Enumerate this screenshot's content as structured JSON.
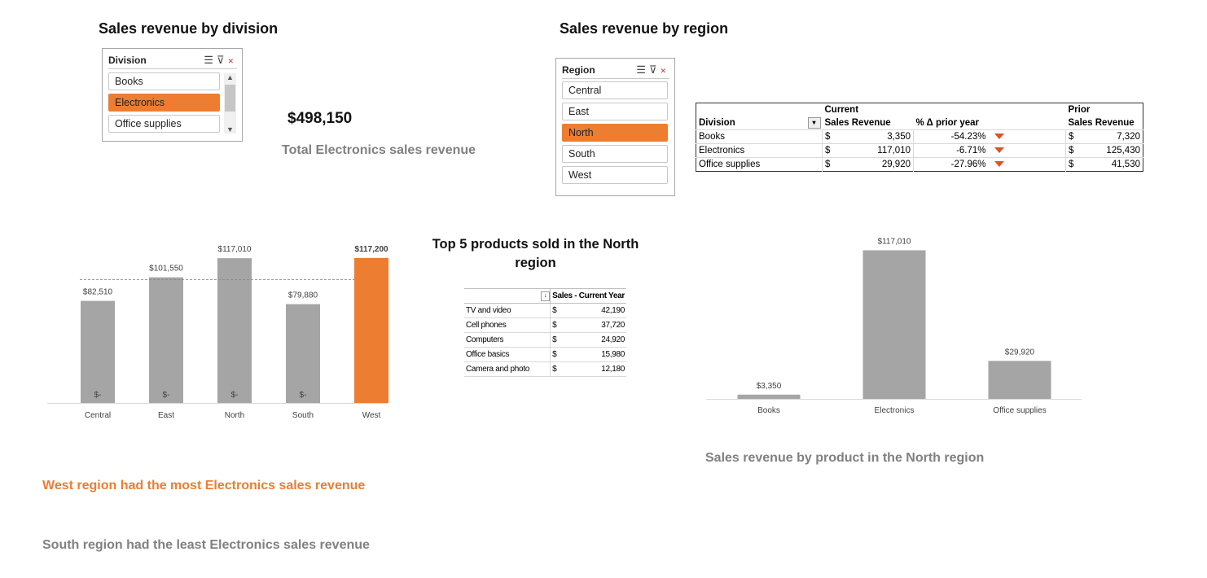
{
  "division_section": {
    "heading": "Sales revenue by division",
    "slicer_title": "Division",
    "items": [
      {
        "label": "Books",
        "selected": false
      },
      {
        "label": "Electronics",
        "selected": true
      },
      {
        "label": "Office supplies",
        "selected": false
      }
    ]
  },
  "kpi": {
    "value": "$498,150",
    "caption": "Total Electronics sales revenue"
  },
  "region_section": {
    "heading": "Sales revenue by region",
    "slicer_title": "Region",
    "items": [
      {
        "label": "Central",
        "selected": false
      },
      {
        "label": "East",
        "selected": false
      },
      {
        "label": "North",
        "selected": true
      },
      {
        "label": "South",
        "selected": false
      },
      {
        "label": "West",
        "selected": false
      }
    ]
  },
  "pivot": {
    "group_current": "Current",
    "group_prior": "Prior",
    "col_division": "Division",
    "col_sales": "Sales Revenue",
    "col_pct": "% Δ prior year",
    "col_prior_sales": "Sales Revenue",
    "currency": "$",
    "rows": [
      {
        "division": "Books",
        "current": "3,350",
        "pct": "-54.23%",
        "prior": "7,320"
      },
      {
        "division": "Electronics",
        "current": "117,010",
        "pct": "-6.71%",
        "prior": "125,430"
      },
      {
        "division": "Office supplies",
        "current": "29,920",
        "pct": "-27.96%",
        "prior": "41,530"
      }
    ]
  },
  "top5": {
    "heading": "Top 5 products sold in the North region",
    "col_sales": "Sales - Current Year",
    "currency": "$",
    "rows": [
      {
        "product": "TV and video",
        "value": "42,190"
      },
      {
        "product": "Cell phones",
        "value": "37,720"
      },
      {
        "product": "Computers",
        "value": "24,920"
      },
      {
        "product": "Office basics",
        "value": "15,980"
      },
      {
        "product": "Camera and photo",
        "value": "12,180"
      }
    ]
  },
  "callouts": {
    "most": "West region had the most Electronics sales revenue",
    "least": "South region had the least Electronics sales revenue",
    "product_chart_caption": "Sales revenue by product in the North region"
  },
  "colors": {
    "accent": "#ed7d31",
    "bar_gray": "#a5a5a5",
    "text_gray": "#808080"
  },
  "chart_data": [
    {
      "type": "bar",
      "categories": [
        "Central",
        "East",
        "North",
        "South",
        "West"
      ],
      "values": [
        82510,
        101550,
        117010,
        79880,
        117200
      ],
      "data_labels": [
        "$82,510",
        "$101,550",
        "$117,010",
        "$79,880",
        "$117,200"
      ],
      "base_labels": [
        "$-",
        "$-",
        "$-",
        "$-",
        ""
      ],
      "highlight": "West",
      "average_line": true,
      "ylim": [
        0,
        125000
      ],
      "grid": false,
      "legend": "none"
    },
    {
      "type": "bar",
      "categories": [
        "Books",
        "Electronics",
        "Office supplies"
      ],
      "values": [
        3350,
        117010,
        29920
      ],
      "data_labels": [
        "$3,350",
        "$117,010",
        "$29,920"
      ],
      "ylim": [
        0,
        125000
      ],
      "grid": false,
      "legend": "none"
    }
  ]
}
